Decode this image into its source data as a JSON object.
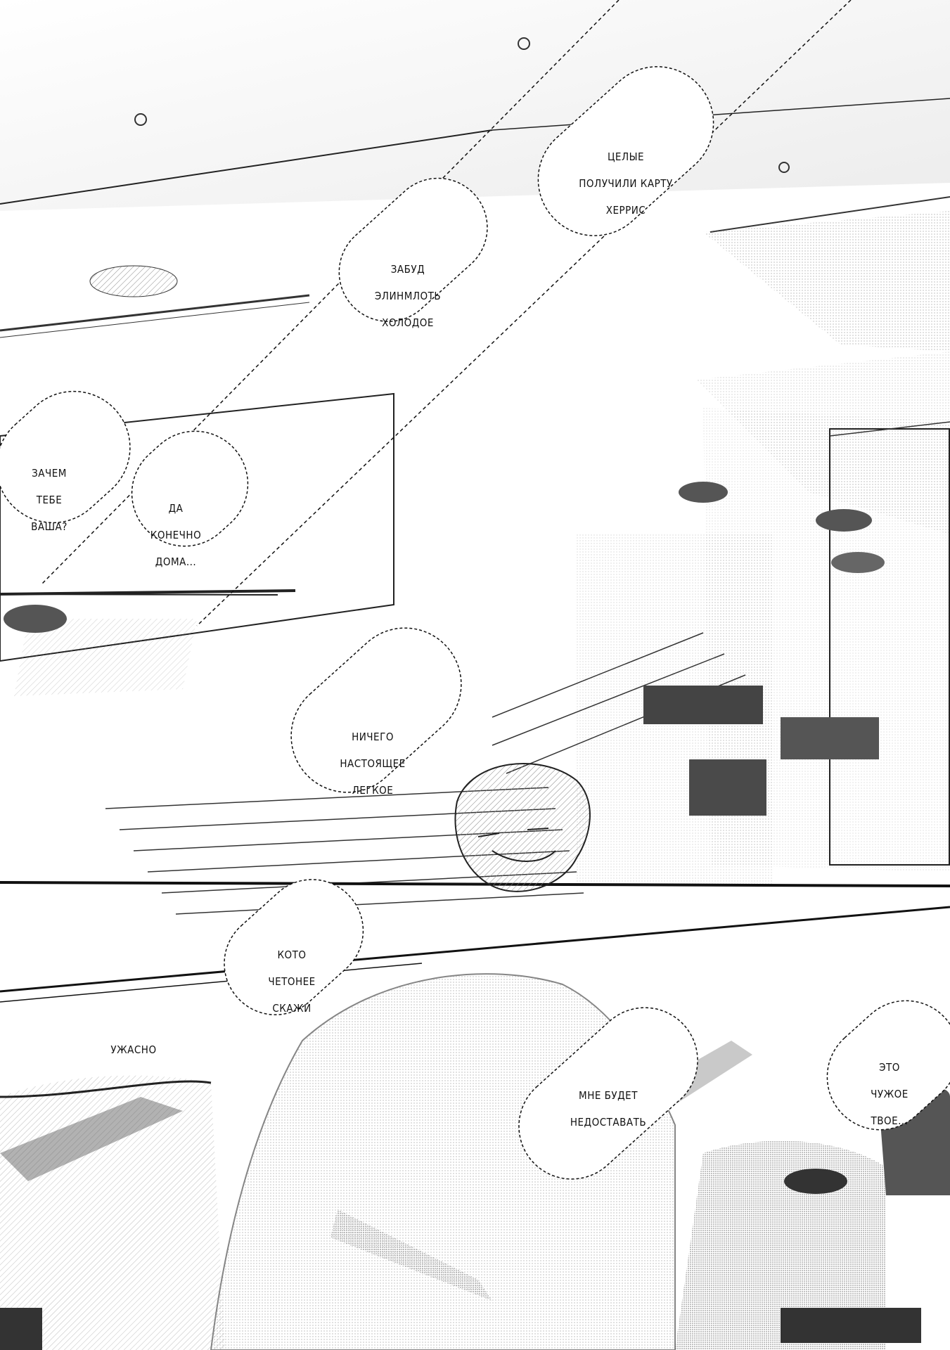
{
  "page": {
    "kind": "manga page",
    "palette": {
      "ink": "#111111",
      "paper": "#ffffff",
      "tone": "#bdbdbd",
      "dark_tone": "#555555"
    }
  },
  "bubbles": [
    {
      "id": "top-right",
      "lines": [
        "ЦЕЛЫЕ",
        "ПОЛУЧИЛИ КАРТУ",
        "ХЕРРИС"
      ]
    },
    {
      "id": "upper-mid",
      "lines": [
        "ЗАБУД",
        "ЭЛИНМЛОТЬ",
        "ХОЛОДОЕ"
      ]
    },
    {
      "id": "left-1",
      "lines": [
        "ЗАЧЕМ",
        "ТЕБЕ",
        "ВАША?"
      ]
    },
    {
      "id": "left-2",
      "lines": [
        "ДА",
        "КОНЕЧНО",
        "ДОМА..."
      ]
    },
    {
      "id": "center",
      "lines": [
        "НИЧЕГО",
        "НАСТОЯЩЕЕ",
        "ЛЕГКОЕ"
      ]
    },
    {
      "id": "lower-left",
      "lines": [
        "КОТО",
        "ЧЕТОНЕЕ",
        "СКАЖИ"
      ]
    },
    {
      "id": "lower-left-small",
      "lines": [
        "УЖАСНО"
      ]
    },
    {
      "id": "lower-right-center",
      "lines": [
        "МНЕ БУДЕТ",
        "НЕДОСТАВАТЬ"
      ]
    },
    {
      "id": "far-right",
      "lines": [
        "ЭТО",
        "ЧУЖОЕ",
        "ТВОЕ..."
      ]
    }
  ]
}
